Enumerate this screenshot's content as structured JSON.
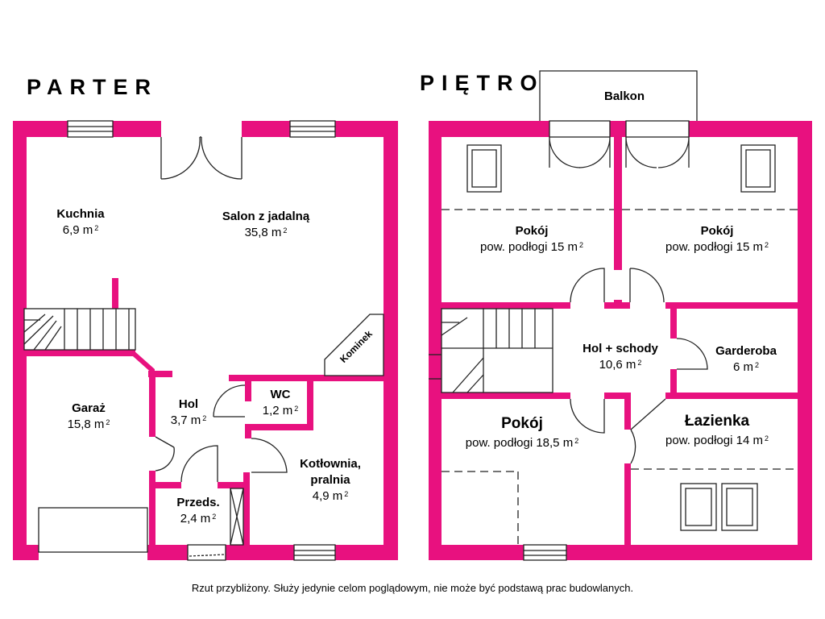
{
  "colors": {
    "wall": "#e8117f",
    "line": "#222222"
  },
  "floors": {
    "parter": {
      "title": "PARTER"
    },
    "pietro": {
      "title": "PIĘTRO"
    }
  },
  "rooms": {
    "kuchnia": {
      "name": "Kuchnia",
      "area": "6,9 m",
      "exp": "2"
    },
    "salon": {
      "name": "Salon z jadalną",
      "area": "35,8 m",
      "exp": "2"
    },
    "kominek": {
      "name": "Kominek"
    },
    "garaz": {
      "name": "Garaż",
      "area": "15,8 m",
      "exp": "2"
    },
    "hol": {
      "name": "Hol",
      "area": "3,7 m",
      "exp": "2"
    },
    "wc": {
      "name": "WC",
      "area": "1,2 m",
      "exp": "2"
    },
    "kotlownia": {
      "name": "Kotłownia,",
      "name2": "pralnia",
      "area": "4,9 m",
      "exp": "2"
    },
    "przeds": {
      "name": "Przeds.",
      "area": "2,4 m",
      "exp": "2"
    },
    "balkon": {
      "name": "Balkon"
    },
    "pokoj1": {
      "name": "Pokój",
      "area": "pow. podłogi 15 m",
      "exp": "2"
    },
    "pokoj2": {
      "name": "Pokój",
      "area": "pow. podłogi 15 m",
      "exp": "2"
    },
    "holschody": {
      "name": "Hol + schody",
      "area": "10,6 m",
      "exp": "2"
    },
    "garderoba": {
      "name": "Garderoba",
      "area": "6 m",
      "exp": "2"
    },
    "pokoj3": {
      "name": "Pokój",
      "area": "pow. podłogi 18,5 m",
      "exp": "2"
    },
    "lazienka": {
      "name": "Łazienka",
      "area": "pow. podłogi 14 m",
      "exp": "2"
    }
  },
  "disclaimer": "Rzut przybliżony. Służy jedynie celom poglądowym, nie może być podstawą prac budowlanych."
}
